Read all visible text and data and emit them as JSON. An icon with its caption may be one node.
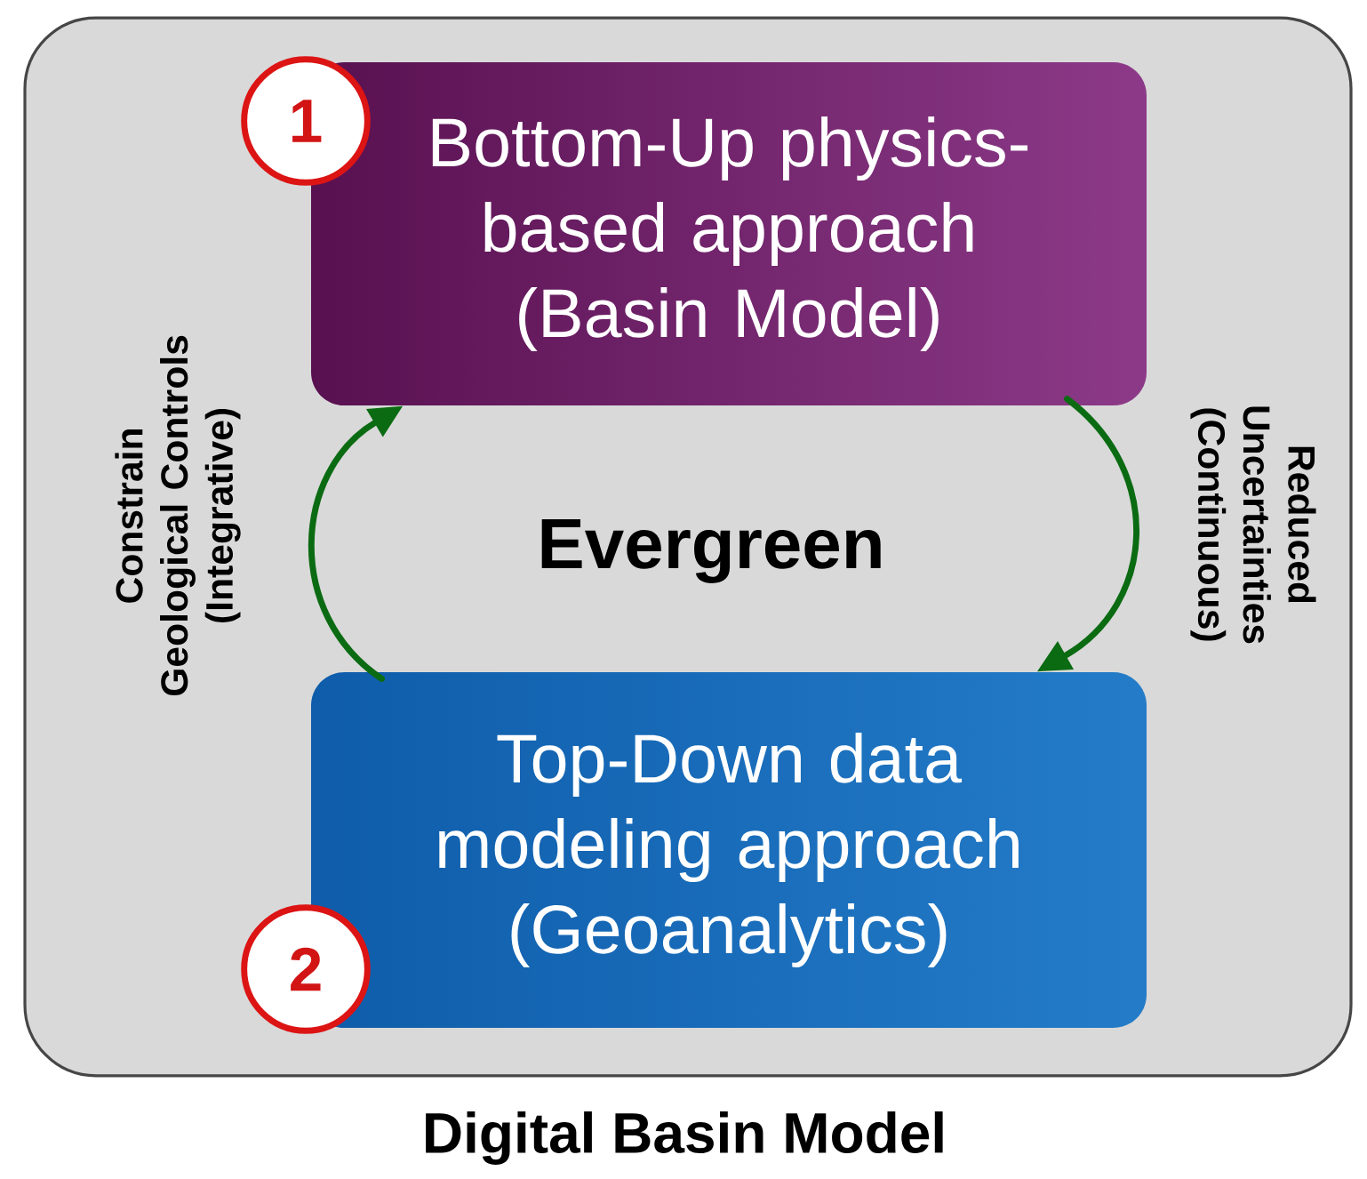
{
  "diagram": {
    "nodes": [
      {
        "text": [
          "Digital Basin Model"
        ]
      },
      {
        "text": [
          "Bottom-Up physics- based approach (Basin Model)"
        ],
        "in": 0
      },
      {
        "text": [
          "Top-Down data modeling approach (Geoanalytics)"
        ],
        "in": 0
      }
    ],
    "edges": [
      {
        "from": 2,
        "to": 1,
        "arrow": "to",
        "label": "Constrain Geological Controls (Integrative)"
      },
      {
        "from": 1,
        "to": 2,
        "arrow": "to",
        "label": "Reduced Uncertainties (Continuous)"
      }
    ],
    "labels": [
      "1",
      "Evergreen",
      "2"
    ]
  }
}
